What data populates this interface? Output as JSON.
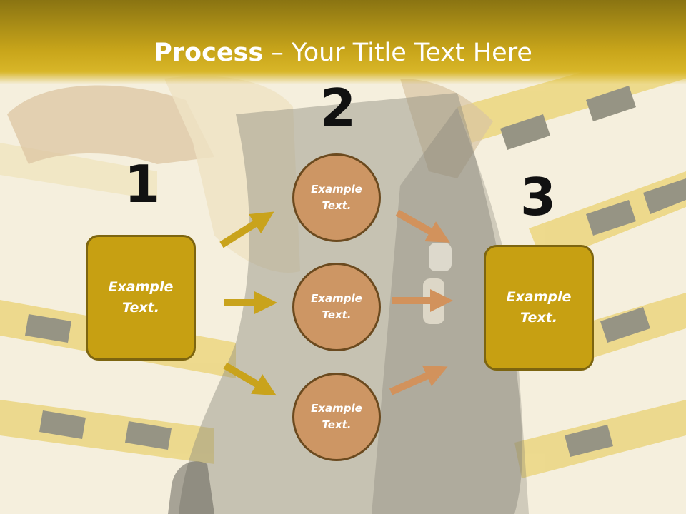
{
  "title": {
    "bold": "Process",
    "rest": " – Your Title Text Here"
  },
  "numbers": [
    "1",
    "2",
    "3"
  ],
  "left_box": {
    "label": "Example Text."
  },
  "circles": [
    {
      "label": "Example Text."
    },
    {
      "label": "Example Text."
    },
    {
      "label": "Example Text."
    }
  ],
  "right_box": {
    "label": "Example Text."
  },
  "colors": {
    "title_bar": "#c8a51a",
    "box_fill": "#c7a012",
    "box_border": "#7d6510",
    "circle_fill": "#cd9664",
    "circle_border": "#6b4a1f",
    "arrow_gold": "#c9a31c",
    "arrow_tan": "#d2925c"
  }
}
